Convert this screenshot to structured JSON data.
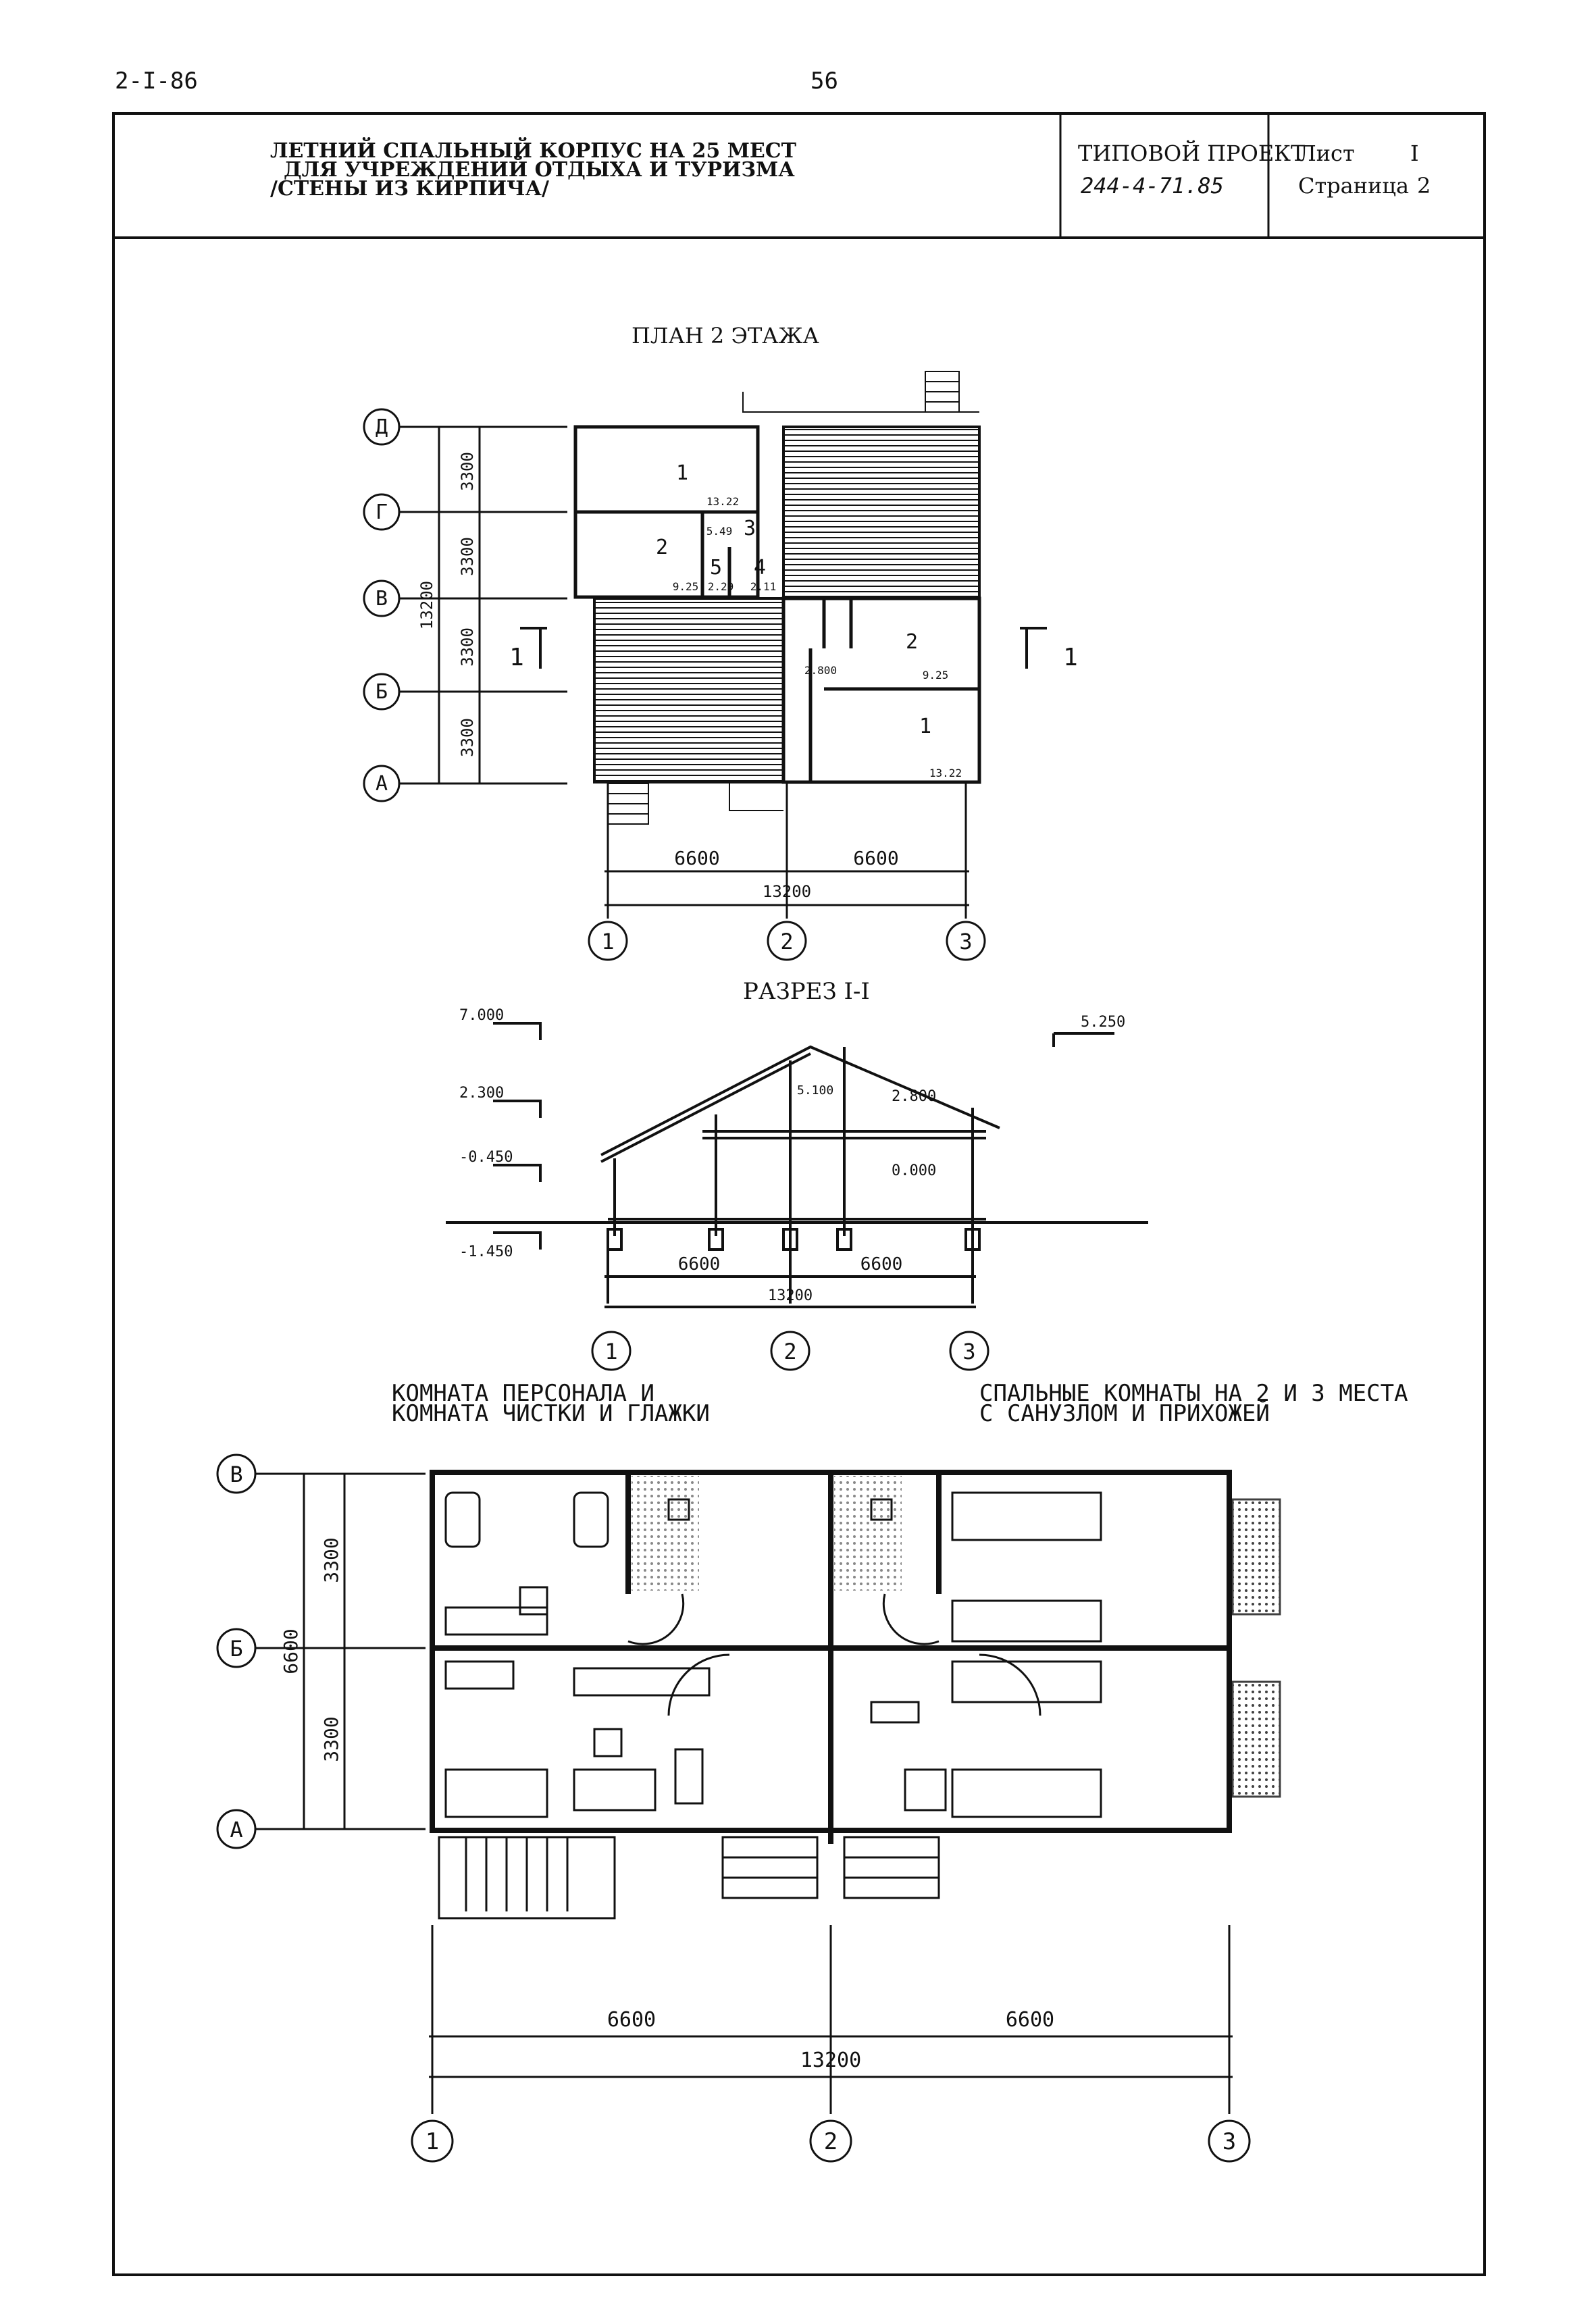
{
  "top": {
    "code": "2-I-86",
    "page_number": "56"
  },
  "title_block": {
    "title_lines": [
      "ЛЕТНИЙ СПАЛЬНЫЙ КОРПУС НА 25 МЕСТ",
      "ДЛЯ УЧРЕЖДЕНИЙ ОТДЫХА И ТУРИЗМА",
      "/СТЕНЫ ИЗ КИРПИЧА/"
    ],
    "project_label": "ТИПОВОЙ ПРОЕКТ",
    "project_number": "244-4-71.85",
    "sheet_label": "Лист",
    "sheet_value": "I",
    "page_label": "Страница",
    "page_value": "2"
  },
  "plan2": {
    "title": "ПЛАН 2 ЭТАЖА",
    "axes_rows": [
      "Д",
      "Г",
      "В",
      "Б",
      "А"
    ],
    "axes_cols": [
      "1",
      "2",
      "3"
    ],
    "row_dims": [
      "3300",
      "3300",
      "3300",
      "3300"
    ],
    "total_vertical": "13200",
    "col_dims": [
      "6600",
      "6600"
    ],
    "total_horizontal": "13200",
    "section_mark": "1",
    "rooms": [
      {
        "num": "1",
        "area": "13.22"
      },
      {
        "num": "2",
        "area": "9.25"
      },
      {
        "num": "3",
        "area": "5.49"
      },
      {
        "num": "4",
        "area": "2.11"
      },
      {
        "num": "5",
        "area": "2.29"
      }
    ],
    "level_mark": "2.800"
  },
  "section": {
    "title": "РАЗРЕЗ I-I",
    "levels": [
      "7.000",
      "2.300",
      "-0.450",
      "-1.450",
      "5.250",
      "5.100",
      "2.800",
      "0.000"
    ],
    "col_dims": [
      "6600",
      "6600"
    ],
    "total": "13200",
    "axes": [
      "1",
      "2",
      "3"
    ]
  },
  "plan1": {
    "left_caption": [
      "КОМНАТА ПЕРСОНАЛА И",
      "КОМНАТА ЧИСТКИ И ГЛАЖКИ"
    ],
    "right_caption": [
      "СПАЛЬНЫЕ КОМНАТЫ НА 2 И 3 МЕСТА",
      "С САНУЗЛОМ И ПРИХОЖЕЙ"
    ],
    "axes_rows": [
      "В",
      "Б",
      "А"
    ],
    "row_dims": [
      "3300",
      "3300"
    ],
    "total_vertical": "6600",
    "col_dims": [
      "6600",
      "6600"
    ],
    "total_horizontal": "13200",
    "axes_cols": [
      "1",
      "2",
      "3"
    ]
  }
}
